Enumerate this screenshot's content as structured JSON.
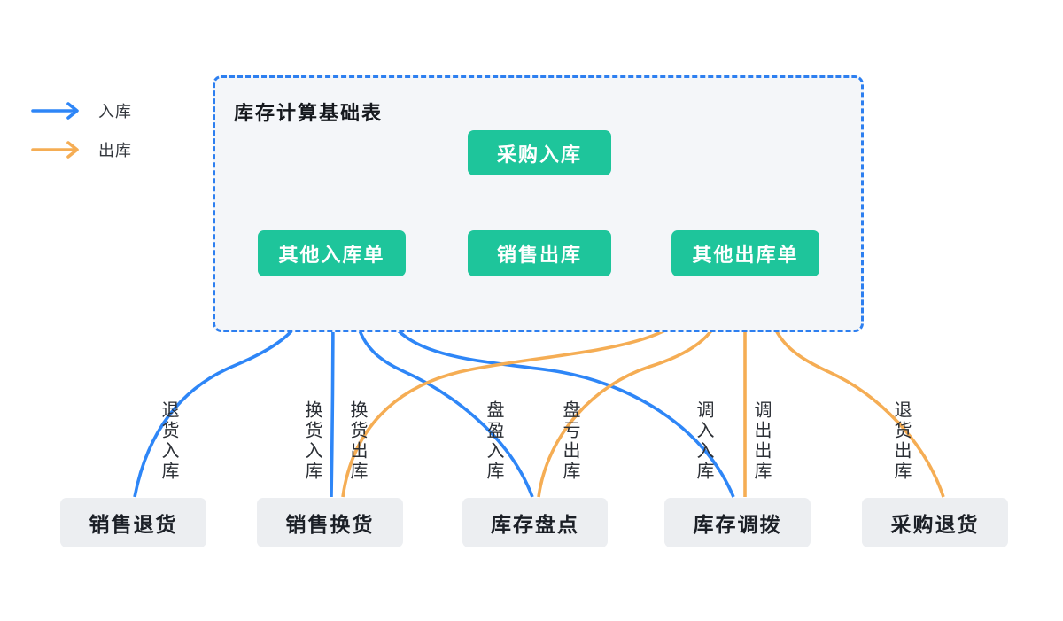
{
  "legend": {
    "items": [
      {
        "label": "入库",
        "icon": "arrow-right-icon",
        "color": "#2e86f7"
      },
      {
        "label": "出库",
        "icon": "arrow-right-icon",
        "color": "#f5ad54"
      }
    ]
  },
  "base_table": {
    "title": "库存计算基础表",
    "nodes": [
      {
        "label": "采购入库"
      },
      {
        "label": "其他入库单"
      },
      {
        "label": "销售出库"
      },
      {
        "label": "其他出库单"
      }
    ]
  },
  "sources": [
    {
      "label": "销售退货"
    },
    {
      "label": "销售换货"
    },
    {
      "label": "库存盘点"
    },
    {
      "label": "库存调拨"
    },
    {
      "label": "采购退货"
    }
  ],
  "edges": [
    {
      "label": "退货入库",
      "from": "销售退货",
      "to": "其他入库单",
      "direction": "入库",
      "color": "#2e86f7"
    },
    {
      "label": "换货入库",
      "from": "销售换货",
      "to": "其他入库单",
      "direction": "入库",
      "color": "#2e86f7"
    },
    {
      "label": "换货出库",
      "from": "销售换货",
      "to": "其他出库单",
      "direction": "出库",
      "color": "#f5ad54"
    },
    {
      "label": "盘盈入库",
      "from": "库存盘点",
      "to": "其他入库单",
      "direction": "入库",
      "color": "#2e86f7"
    },
    {
      "label": "盘亏出库",
      "from": "库存盘点",
      "to": "其他出库单",
      "direction": "出库",
      "color": "#f5ad54"
    },
    {
      "label": "调入入库",
      "from": "库存调拨",
      "to": "其他入库单",
      "direction": "入库",
      "color": "#2e86f7"
    },
    {
      "label": "调出出库",
      "from": "库存调拨",
      "to": "其他出库单",
      "direction": "出库",
      "color": "#f5ad54"
    },
    {
      "label": "退货出库",
      "from": "采购退货",
      "to": "其他出库单",
      "direction": "出库",
      "color": "#f5ad54"
    }
  ],
  "colors": {
    "inbound_blue": "#2e86f7",
    "outbound_orange": "#f5ad54",
    "node_green": "#1ec59b",
    "node_gray": "#eceef1",
    "panel_bg": "#f4f6f9",
    "panel_border": "#2d7ff0"
  }
}
